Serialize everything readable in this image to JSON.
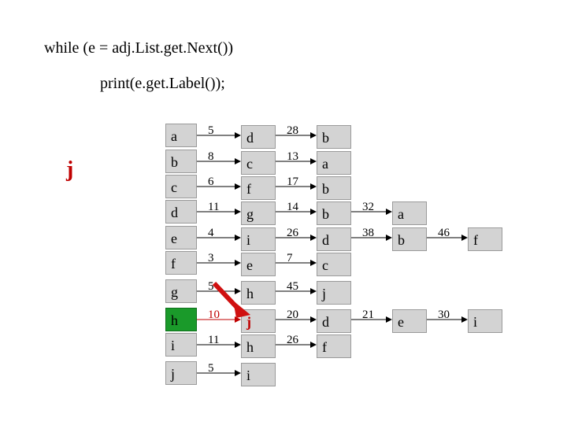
{
  "code": {
    "line1": "while (e = adj.List.get.Next())",
    "line2": "print(e.get.Label());"
  },
  "current_vertex": "j",
  "colors": {
    "highlight_fill": "#1a9a2a",
    "highlight_text": "#c00000",
    "cell_fill": "#d3d3d3"
  },
  "rows": [
    {
      "vertex": "a",
      "edges": [
        {
          "weight": "5",
          "to": "d"
        },
        {
          "weight": "28",
          "to": "b"
        }
      ]
    },
    {
      "vertex": "b",
      "edges": [
        {
          "weight": "8",
          "to": "c"
        },
        {
          "weight": "13",
          "to": "a"
        }
      ]
    },
    {
      "vertex": "c",
      "edges": [
        {
          "weight": "6",
          "to": "f"
        },
        {
          "weight": "17",
          "to": "b"
        }
      ]
    },
    {
      "vertex": "d",
      "edges": [
        {
          "weight": "11",
          "to": "g"
        },
        {
          "weight": "14",
          "to": "b"
        },
        {
          "weight": "32",
          "to": "a"
        }
      ]
    },
    {
      "vertex": "e",
      "edges": [
        {
          "weight": "4",
          "to": "i"
        },
        {
          "weight": "26",
          "to": "d"
        },
        {
          "weight": "38",
          "to": "b"
        },
        {
          "weight": "46",
          "to": "f"
        }
      ]
    },
    {
      "vertex": "f",
      "edges": [
        {
          "weight": "3",
          "to": "e"
        },
        {
          "weight": "7",
          "to": "c"
        }
      ]
    },
    {
      "vertex": "g",
      "edges": [
        {
          "weight": "5",
          "to": "h"
        },
        {
          "weight": "45",
          "to": "j"
        }
      ]
    },
    {
      "vertex": "h",
      "highlight": true,
      "edges": [
        {
          "weight": "10",
          "to": "j",
          "highlight": true
        },
        {
          "weight": "20",
          "to": "d"
        },
        {
          "weight": "21",
          "to": "e"
        },
        {
          "weight": "30",
          "to": "i"
        }
      ]
    },
    {
      "vertex": "i",
      "edges": [
        {
          "weight": "11",
          "to": "h"
        },
        {
          "weight": "26",
          "to": "f"
        }
      ]
    },
    {
      "vertex": "j",
      "edges": [
        {
          "weight": "5",
          "to": "i"
        }
      ]
    }
  ]
}
